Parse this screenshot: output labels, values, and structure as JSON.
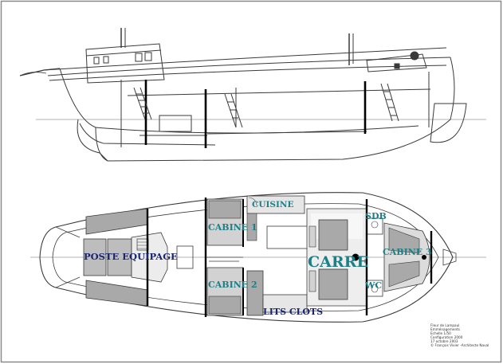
{
  "colors": {
    "frame": "#8a8a8a",
    "line": "#3a3a3a",
    "thick": "#000000",
    "grey_fill": "#a9a9a9",
    "light_fill": "#d2d2d2",
    "label_teal": "#1f7f86",
    "label_navy": "#1a2470"
  },
  "labels": {
    "poste_equipage": "POSTE EQUIPAGE",
    "cuisine": "CUISINE",
    "cabine1": "CABINE 1",
    "cabine2": "CABINE 2",
    "carre": "CARRE",
    "sdb": "SDB",
    "cabine3": "CABINE 3",
    "wc": "WC",
    "lits_clots": "LITS CLOTS"
  },
  "caption": {
    "line1": "Fleur de Lampaul",
    "line2": "Emménagements",
    "line3": "Echelle 1/50",
    "line4": "Configuration 2000",
    "line5": "17 octobre 2003",
    "line6": "© François Vivier -Architecte Naval"
  }
}
